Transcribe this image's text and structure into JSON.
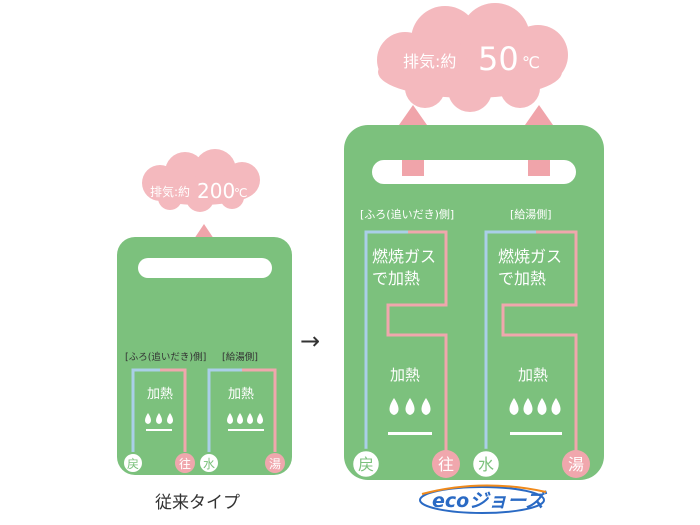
{
  "colors": {
    "unit": "#7cc17d",
    "exhaust": "#f0a4aa",
    "cloud": "#f4b9be",
    "pipe_cold": "#aacfe8",
    "pipe_hot": "#f0a7ad",
    "ret_circle": "#7cc17d",
    "hot_circle": "#f0a7ad",
    "eco_blue": "#2a6ac4",
    "eco_orange": "#f08a1c",
    "text_dark": "#333333",
    "white": "#ffffff"
  },
  "conventional": {
    "cloud_prefix": "排気:約",
    "cloud_value": "200",
    "cloud_unit": "℃",
    "bath_side": "[ふろ(追いだき)側]",
    "supply_side": "[給湯側]",
    "bath_heat": "加熱",
    "supply_heat": "加熱",
    "ret": "戻",
    "go": "往",
    "water": "水",
    "hot": "湯",
    "caption": "従来タイプ"
  },
  "eco": {
    "cloud_prefix": "排気:約",
    "cloud_value": "50",
    "cloud_unit": "℃",
    "bath_side": "[ふろ(追いだき)側]",
    "supply_side": "[給湯側]",
    "bath_burn_1": "燃焼ガス",
    "bath_burn_2": "で加熱",
    "supply_burn_1": "燃焼ガス",
    "supply_burn_2": "で加熱",
    "bath_heat": "加熱",
    "supply_heat": "加熱",
    "ret": "戻",
    "go": "往",
    "water": "水",
    "hot": "湯"
  },
  "arrow_glyph": "→",
  "eco_logo_text": "ecoジョーズ"
}
